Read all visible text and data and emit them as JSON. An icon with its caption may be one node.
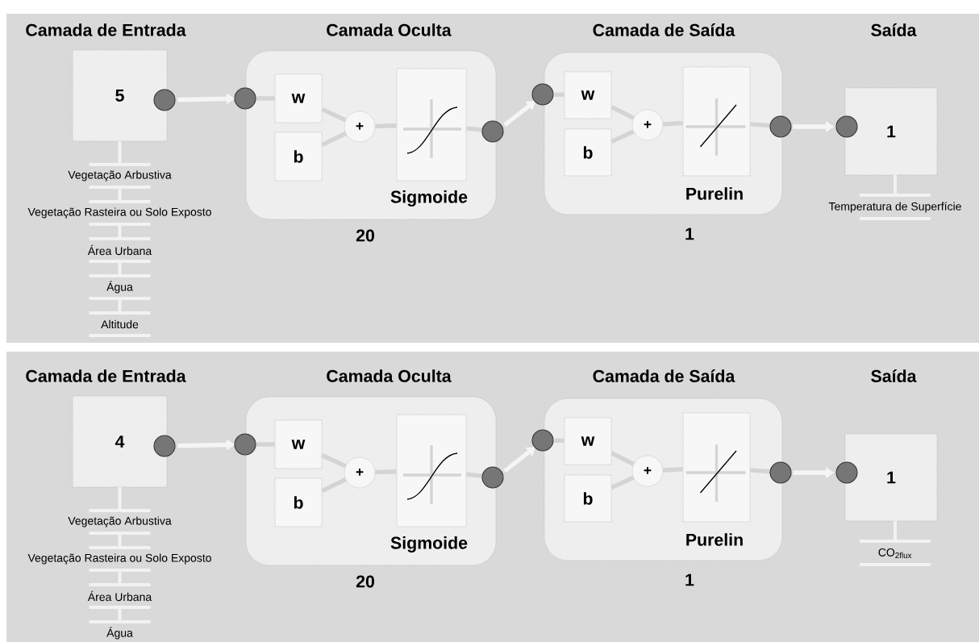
{
  "diagram": {
    "nodes": [
      {
        "text": [
          "Camada de Entrada",
          "5"
        ],
        "beside": [
          "Vegetação Arbustiva",
          "Vegetação Rasteira ou Solo Exposto",
          "Área Urbana",
          "Água",
          "Altitude"
        ]
      },
      {
        "text": [
          "Camada Oculta"
        ],
        "beside": [
          "20"
        ]
      },
      {
        "text": [
          "w"
        ],
        "in": 1
      },
      {
        "text": [
          "b"
        ],
        "in": 1
      },
      {
        "text": [
          "+"
        ],
        "in": 1
      },
      {
        "text": [
          "Sigmoide"
        ],
        "in": 1
      },
      {
        "text": [
          "Camada de Saída"
        ],
        "beside": [
          "1"
        ]
      },
      {
        "text": [
          "w"
        ],
        "in": 6
      },
      {
        "text": [
          "b"
        ],
        "in": 6
      },
      {
        "text": [
          "+"
        ],
        "in": 6
      },
      {
        "text": [
          "Purelin"
        ],
        "in": 6
      },
      {
        "text": [
          "Saída",
          "1"
        ],
        "beside": [
          "Temperatura de Superfície"
        ]
      },
      {
        "text": [
          "Camada de Entrada",
          "4"
        ],
        "beside": [
          "Vegetação Arbustiva",
          "Vegetação Rasteira ou Solo Exposto",
          "Área Urbana",
          "Água"
        ]
      },
      {
        "text": [
          "Camada Oculta"
        ],
        "beside": [
          "20"
        ]
      },
      {
        "text": [
          "w"
        ],
        "in": 13
      },
      {
        "text": [
          "b"
        ],
        "in": 13
      },
      {
        "text": [
          "+"
        ],
        "in": 13
      },
      {
        "text": [
          "Sigmoide"
        ],
        "in": 13
      },
      {
        "text": [
          "Camada de Saída"
        ],
        "beside": [
          "1"
        ]
      },
      {
        "text": [
          "w"
        ],
        "in": 18
      },
      {
        "text": [
          "b"
        ],
        "in": 18
      },
      {
        "text": [
          "+"
        ],
        "in": 18
      },
      {
        "text": [
          "Purelin"
        ],
        "in": 18
      },
      {
        "text": [
          "Saída",
          "1"
        ],
        "beside": [
          "CO$_{2flux}$"
        ]
      }
    ],
    "edges": [
      {
        "from": 0,
        "to": 1,
        "arrow": "to",
        "color": "#f5f5f5"
      },
      {
        "from": 1,
        "to": 2,
        "arrow": "none"
      },
      {
        "from": 5,
        "to": 1,
        "arrow": "none"
      },
      {
        "from": 6,
        "to": 7,
        "arrow": "none"
      },
      {
        "from": 10,
        "to": 6,
        "arrow": "none"
      },
      {
        "from": 13,
        "to": 14,
        "arrow": "none"
      },
      {
        "from": 17,
        "to": 13,
        "arrow": "none"
      },
      {
        "from": 18,
        "to": 19,
        "arrow": "none"
      },
      {
        "from": 22,
        "to": 18,
        "arrow": "none"
      },
      {
        "from": 2,
        "to": 4,
        "arrow": "none"
      },
      {
        "from": 3,
        "to": 4,
        "arrow": "none"
      },
      {
        "from": 4,
        "to": 5,
        "arrow": "none"
      },
      {
        "from": 1,
        "to": 6,
        "arrow": "to",
        "color": "#f5f5f5"
      },
      {
        "from": 7,
        "to": 9,
        "arrow": "none"
      },
      {
        "from": 8,
        "to": 9,
        "arrow": "none"
      },
      {
        "from": 9,
        "to": 10,
        "arrow": "none"
      },
      {
        "from": 6,
        "to": 11,
        "arrow": "to",
        "color": "#f5f5f5"
      },
      {
        "from": 12,
        "to": 13,
        "arrow": "to",
        "color": "#f5f5f5"
      },
      {
        "from": 14,
        "to": 16,
        "arrow": "none"
      },
      {
        "from": 15,
        "to": 16,
        "arrow": "none"
      },
      {
        "from": 16,
        "to": 17,
        "arrow": "none"
      },
      {
        "from": 13,
        "to": 18,
        "arrow": "to",
        "color": "#f5f5f5"
      },
      {
        "from": 19,
        "to": 21,
        "arrow": "none"
      },
      {
        "from": 20,
        "to": 21,
        "arrow": "none"
      },
      {
        "from": 21,
        "to": 22,
        "arrow": "none"
      },
      {
        "from": 18,
        "to": 23,
        "arrow": "to",
        "color": "#f5f5f5"
      }
    ]
  }
}
